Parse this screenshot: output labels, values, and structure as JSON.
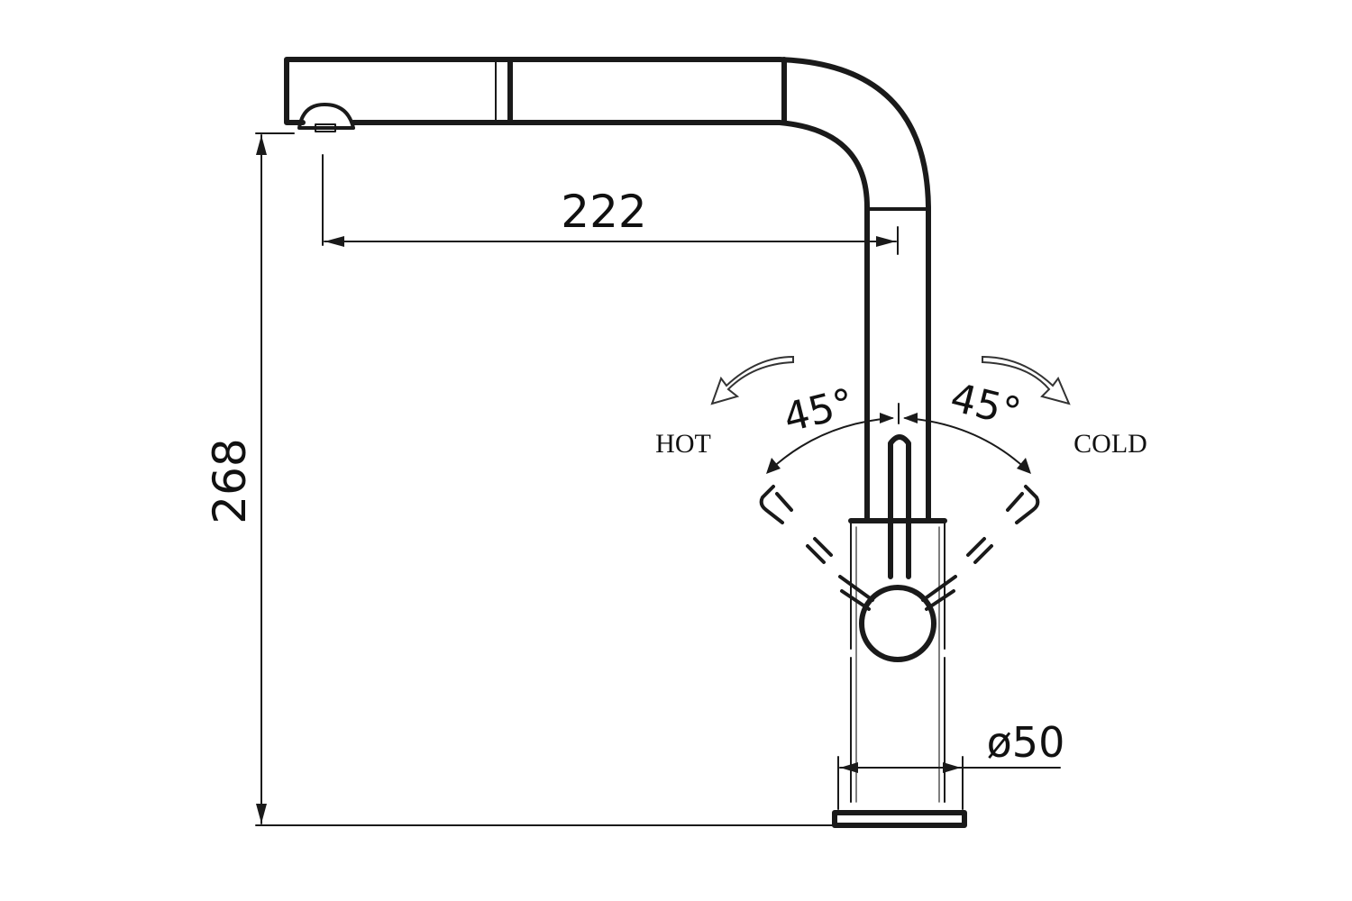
{
  "dimensions": {
    "spout_reach": "222",
    "height": "268",
    "base_diameter": "ø50"
  },
  "handle": {
    "hot_label": "HOT",
    "cold_label": "COLD",
    "hot_angle": "45°",
    "cold_angle": "45°"
  },
  "colors": {
    "line": "#1a1a1a",
    "background": "#ffffff"
  }
}
